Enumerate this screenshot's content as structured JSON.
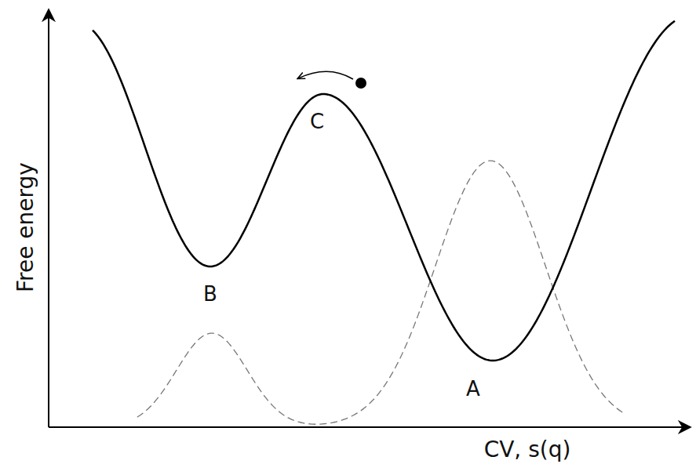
{
  "diagram": {
    "labels": [
      "Free energy",
      "CV, s(q)",
      "C",
      "B",
      "A"
    ]
  }
}
